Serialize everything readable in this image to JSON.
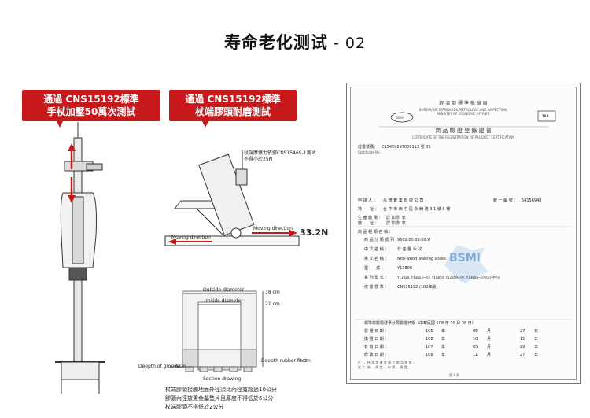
{
  "header": {
    "title": "寿命老化测试",
    "suffix": " - 02"
  },
  "badges": {
    "left": {
      "line1": "通過 CNS15192標準",
      "line2": "手杖加壓50萬次測試"
    },
    "right": {
      "line1": "通過 CNS15192標準",
      "line2": "杖端膠頭耐磨測試"
    }
  },
  "diagram": {
    "force_note_line1": "杖端摩擦力依據CNS15469-1測試",
    "force_note_line2": "不得小於25N",
    "moving_direction_left": "Moving direction",
    "moving_direction_right": "Moving direction",
    "force_value": "33.2N",
    "outside_diameter": "Outside diameter",
    "outside_value": "38 cm",
    "inside_diameter": "Inside diameter",
    "inside_value": "21 cm",
    "depth_of_groove": "Deepth of groove",
    "groove_value": "3 cm",
    "rubber_feet": "Deepth rubber feet",
    "feet_value": "8 cm",
    "section_drawing": "Section drawing",
    "notes": [
      "杖端膠頭接觸地面外徑須比內徑寬超過10公分",
      "膠頭內徑放置金屬墊片且厚度不得低於6公分",
      "杖端膠頭不得低於2公分"
    ]
  },
  "certificate": {
    "agency": "經 濟 部 標 準 檢 驗 局",
    "agency_en": "BUREAU OF STANDARDS,METROLOGY AND INSPECTION,",
    "ministry_en": "MINISTRY OF ECONOMIC AFFAIRS",
    "left_logo": "BSMI",
    "right_logo": "TAF",
    "doc_title": "商 品 驗 證 登 錄 證 書",
    "doc_title_en": "CERTIFICATE OF THE REGISTRATION OF PRODUCT CERTIFICATION",
    "cert_no_label": "證書號碼：",
    "cert_no": "C15459097009113 號 01",
    "cert_no_en": "Certificate No.",
    "applicant_label": "申 請 人 ：",
    "applicant": "永 錡 實 業 有 限 公 司",
    "address_label": "地　　址 ：",
    "address": "台 中 市 西 屯 區 永 錡 路 3 1 號 6 樓",
    "factory_label": "生 產 廠 場 ：",
    "factory": "詳 如 附 表",
    "factory_addr_label": "廠　　址 ：",
    "factory_addr": "詳 如 附 表",
    "id_label": "統 一 編 號 ：",
    "id_value": "54156948",
    "product_section": "商 品 種 類 名 稱 ：",
    "ccc_label": "商 品 分 類 號 列 ：",
    "ccc_value": "9602.00.00.00.9",
    "cn_name_label": "中 文 名 稱 ：",
    "cn_name": "非 金 屬 手 杖",
    "en_name_label": "英 文 名 稱 ：",
    "en_name": "Non-wood walking sticks",
    "type_label": "型　　式 ：",
    "type_value": "Y13808",
    "series_label": "系 列 型 式 ：",
    "series_value": "Y13820, Y13823~07, Y10850, Y12859~07, Y13808~07(以下空白)",
    "standard_label": "依 據 標 準 ：",
    "standard_value": "CNS15192 (102年版)",
    "watermark": "BSMI",
    "validity_title": "標準檢驗局發予分局驗證日期（中華民國 108 年 10 月 28 日）",
    "dates": [
      {
        "label": "發 證 日 期 ：",
        "year": "105",
        "month": "05",
        "day": "27"
      },
      {
        "label": "換 證 日 期 ：",
        "year": "108",
        "month": "10",
        "day": "15"
      },
      {
        "label": "有 效 日 期 ：",
        "year": "107",
        "month": "05",
        "day": "29"
      },
      {
        "label": "修 改 日 期 ：",
        "year": "108",
        "month": "11",
        "day": "27"
      }
    ],
    "year_unit": "年",
    "month_unit": "月",
    "day_unit": "日",
    "notes": [
      "註 1：持 本 證 書 登 錄 之 商 品 應 依 ...",
      "註 2：依 ... 規 定 ... 申 請 ... 換 證。"
    ],
    "footer_stamp": "第 1 頁"
  }
}
